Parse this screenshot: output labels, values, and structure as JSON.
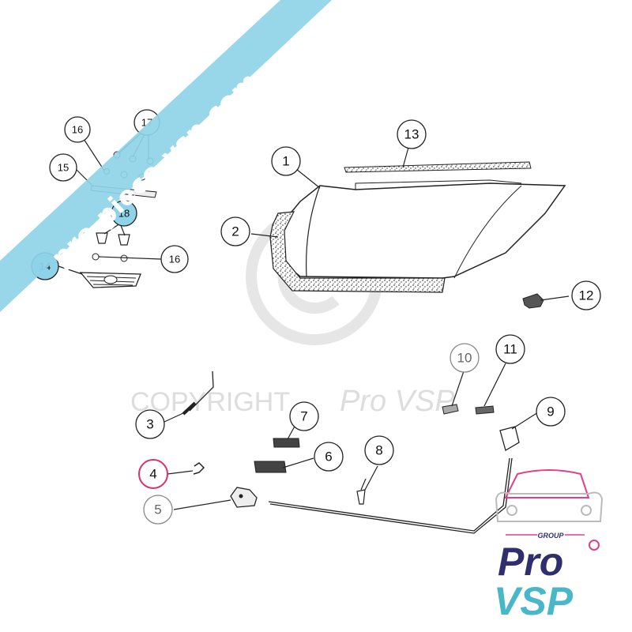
{
  "watermark": {
    "copyright_word": "COPYRIGHT",
    "brand_word": "Pro VSP"
  },
  "banner": {
    "text": "pro-piece-vsp.com",
    "color": "#8fd3e8"
  },
  "logo": {
    "tag": "GROUP",
    "line1": "Pro",
    "line2": "VSP",
    "accent": "#e0408a",
    "dark": "#2f2f6e",
    "teal": "#48b7c9"
  },
  "callouts": [
    {
      "id": "1",
      "label": "1"
    },
    {
      "id": "2",
      "label": "2"
    },
    {
      "id": "3",
      "label": "3"
    },
    {
      "id": "4",
      "label": "4",
      "highlight": "#d6336c"
    },
    {
      "id": "5",
      "label": "5",
      "muted": true
    },
    {
      "id": "6",
      "label": "6"
    },
    {
      "id": "7",
      "label": "7"
    },
    {
      "id": "8",
      "label": "8"
    },
    {
      "id": "9",
      "label": "9"
    },
    {
      "id": "10",
      "label": "10",
      "muted": true
    },
    {
      "id": "11",
      "label": "11"
    },
    {
      "id": "12",
      "label": "12"
    },
    {
      "id": "13",
      "label": "13"
    },
    {
      "id": "14",
      "label": "14",
      "fill": "#8fd3e8"
    },
    {
      "id": "15",
      "label": "15"
    },
    {
      "id": "16a",
      "label": "16"
    },
    {
      "id": "16b",
      "label": "16"
    },
    {
      "id": "17",
      "label": "17"
    },
    {
      "id": "18",
      "label": "18",
      "fill": "#8fd3e8"
    }
  ]
}
